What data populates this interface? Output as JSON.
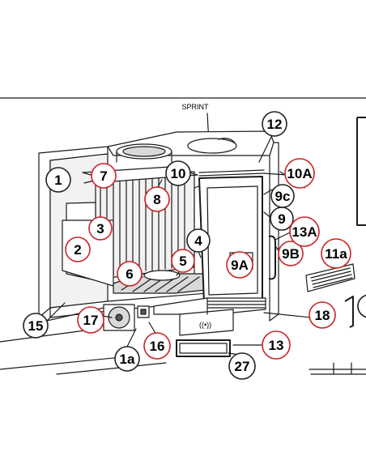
{
  "title": "SPRINT",
  "colors": {
    "red_callout": "#cc2222",
    "black_callout": "#222222",
    "glass": "#b9d9f2",
    "line": "#1a1a1a"
  },
  "callouts": [
    {
      "id": "1",
      "style": "black"
    },
    {
      "id": "2",
      "style": "red"
    },
    {
      "id": "3",
      "style": "red"
    },
    {
      "id": "4",
      "style": "black"
    },
    {
      "id": "5",
      "style": "red"
    },
    {
      "id": "6",
      "style": "red"
    },
    {
      "id": "7",
      "style": "red"
    },
    {
      "id": "8",
      "style": "red"
    },
    {
      "id": "9",
      "style": "black"
    },
    {
      "id": "9c",
      "style": "black"
    },
    {
      "id": "9A",
      "style": "red"
    },
    {
      "id": "9B",
      "style": "red"
    },
    {
      "id": "10",
      "style": "black"
    },
    {
      "id": "10A",
      "style": "red"
    },
    {
      "id": "11a",
      "style": "red"
    },
    {
      "id": "12",
      "style": "black"
    },
    {
      "id": "13",
      "style": "red"
    },
    {
      "id": "13A",
      "style": "red"
    },
    {
      "id": "15",
      "style": "black"
    },
    {
      "id": "16",
      "style": "red"
    },
    {
      "id": "17",
      "style": "red"
    },
    {
      "id": "18",
      "style": "red"
    },
    {
      "id": "1a",
      "style": "black"
    },
    {
      "id": "27",
      "style": "black"
    }
  ]
}
